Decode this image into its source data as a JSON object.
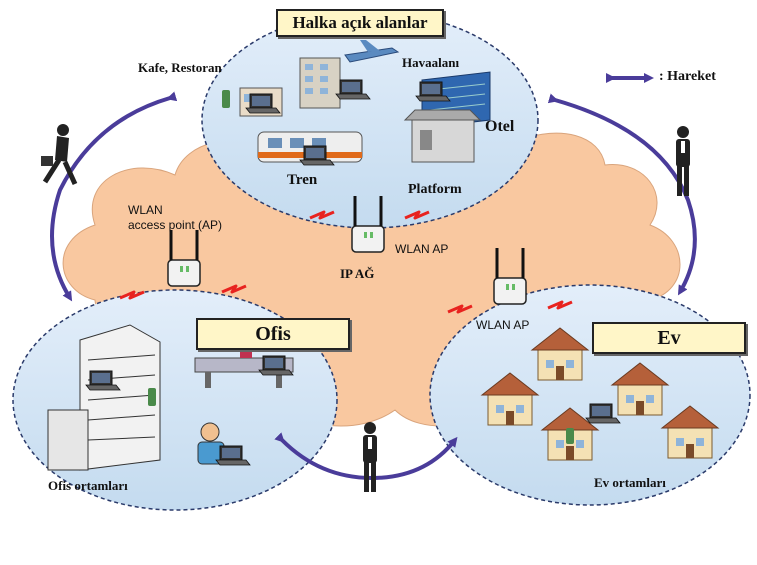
{
  "title": "Halka açık alanlar",
  "legend": {
    "label": ": Hareket"
  },
  "network": {
    "label": "IP AĞ"
  },
  "public": {
    "cafe": "Kafe, Restoran",
    "airport": "Havaalanı",
    "hotel": "Otel",
    "train": "Tren",
    "platform": "Platform",
    "ap_label": "WLAN AP"
  },
  "office": {
    "title": "Ofis",
    "ap_label_line1": "WLAN",
    "ap_label_line2": "access point (AP)",
    "caption": "Ofis ortamları"
  },
  "home": {
    "title": "Ev",
    "ap_label": "WLAN AP",
    "caption": "Ev ortamları"
  },
  "colors": {
    "cloud": "#f9c8a0",
    "bubble": "#cfe3f3",
    "arrow": "#4a3c9a",
    "signal": "#e8231f",
    "title_box": "#fff6c8"
  }
}
